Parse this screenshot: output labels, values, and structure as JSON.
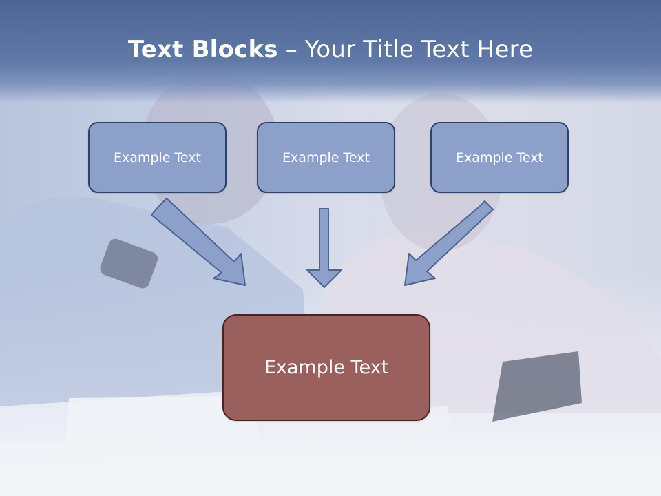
{
  "slide": {
    "title_bold": "Text Blocks",
    "title_rest": " – Your Title Text Here"
  },
  "blocks": [
    {
      "label": "Example Text"
    },
    {
      "label": "Example Text"
    },
    {
      "label": "Example Text"
    }
  ],
  "main_block": {
    "label": "Example Text"
  },
  "colors": {
    "header_band": "#4c6593",
    "top_box_fill": "#8ca0c9",
    "top_box_border": "#2f4268",
    "main_box_fill": "#99605e",
    "main_box_border": "#4a2424",
    "arrow_fill": "#8ca0c9"
  }
}
